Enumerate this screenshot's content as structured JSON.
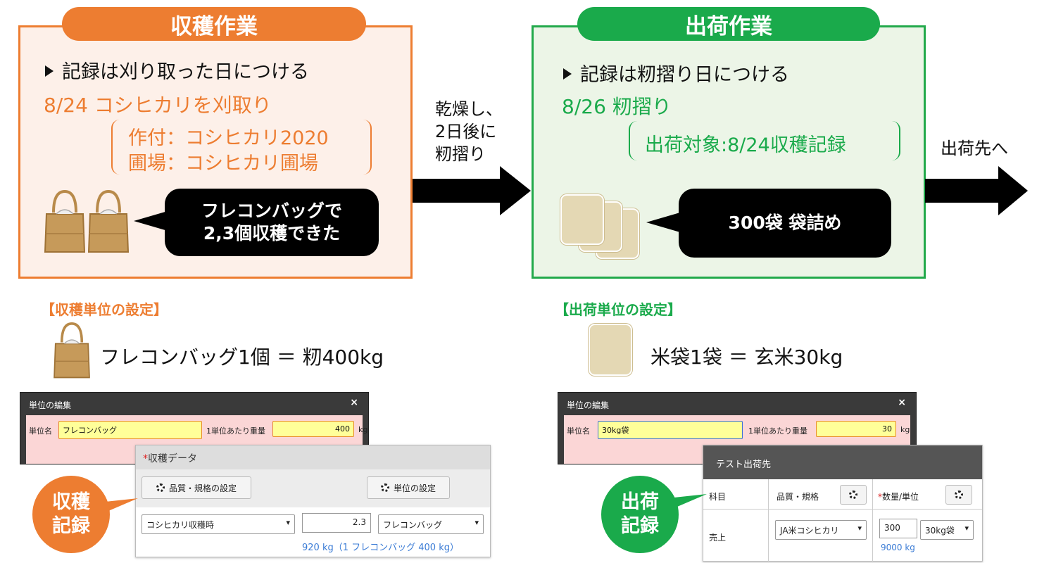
{
  "harvest": {
    "title": "収穫作業",
    "bullet": "記録は刈り取った日につける",
    "date_line": "8/24 コシヒカリを刈取り",
    "detail_1": "作付：コシヒカリ2020",
    "detail_2": "圃場：コシヒカリ圃場",
    "speech_line_1": "フレコンバッグで",
    "speech_line_2": "2,3個収穫できた"
  },
  "middle": {
    "line_1": "乾燥し、",
    "line_2": "2日後に",
    "line_3": "籾摺り"
  },
  "ship": {
    "title": "出荷作業",
    "bullet": "記録は籾摺り日につける",
    "date_line": "8/26 籾摺り",
    "detail": "出荷対象:8/24収穫記録",
    "speech": "300袋 袋詰め",
    "destination": "出荷先へ"
  },
  "harvest_unit": {
    "section_title": "【収穫単位の設定】",
    "equation": "フレコンバッグ1個 ＝ 籾400kg",
    "dialog": {
      "title": "単位の編集",
      "close": "×",
      "name_label": "単位名",
      "name_value": "フレコンバッグ",
      "weight_label": "1単位あたり重量",
      "weight_value": "400",
      "weight_unit": "kg"
    },
    "record": {
      "asterisk": "*",
      "title": "収穫データ",
      "btn_quality": "品質・規格の設定",
      "btn_unit": "単位の設定",
      "select_crop": "コシヒカリ収穫時",
      "qty": "2.3",
      "select_unit": "フレコンバッグ",
      "note": "920 kg（1 フレコンバッグ 400 kg）"
    },
    "badge_1": "収穫",
    "badge_2": "記録"
  },
  "ship_unit": {
    "section_title": "【出荷単位の設定】",
    "equation": "米袋1袋 ＝ 玄米30kg",
    "dialog": {
      "title": "単位の編集",
      "close": "×",
      "name_label": "単位名",
      "name_value": "30kg袋",
      "weight_label": "1単位あたり重量",
      "weight_value": "30",
      "weight_unit": "kg"
    },
    "record": {
      "header": "テスト出荷先",
      "col_subject": "科目",
      "col_quality": "品質・規格",
      "col_qty_asterisk": "*",
      "col_qty": "数量/単位",
      "row_subject": "売上",
      "select_quality": "JA米コシヒカリ",
      "qty": "300",
      "select_unit": "30kg袋",
      "note": "9000 kg"
    },
    "badge_1": "出荷",
    "badge_2": "記録"
  },
  "colors": {
    "orange": "#ed7d31",
    "green": "#1aaa4b",
    "black": "#000000"
  }
}
